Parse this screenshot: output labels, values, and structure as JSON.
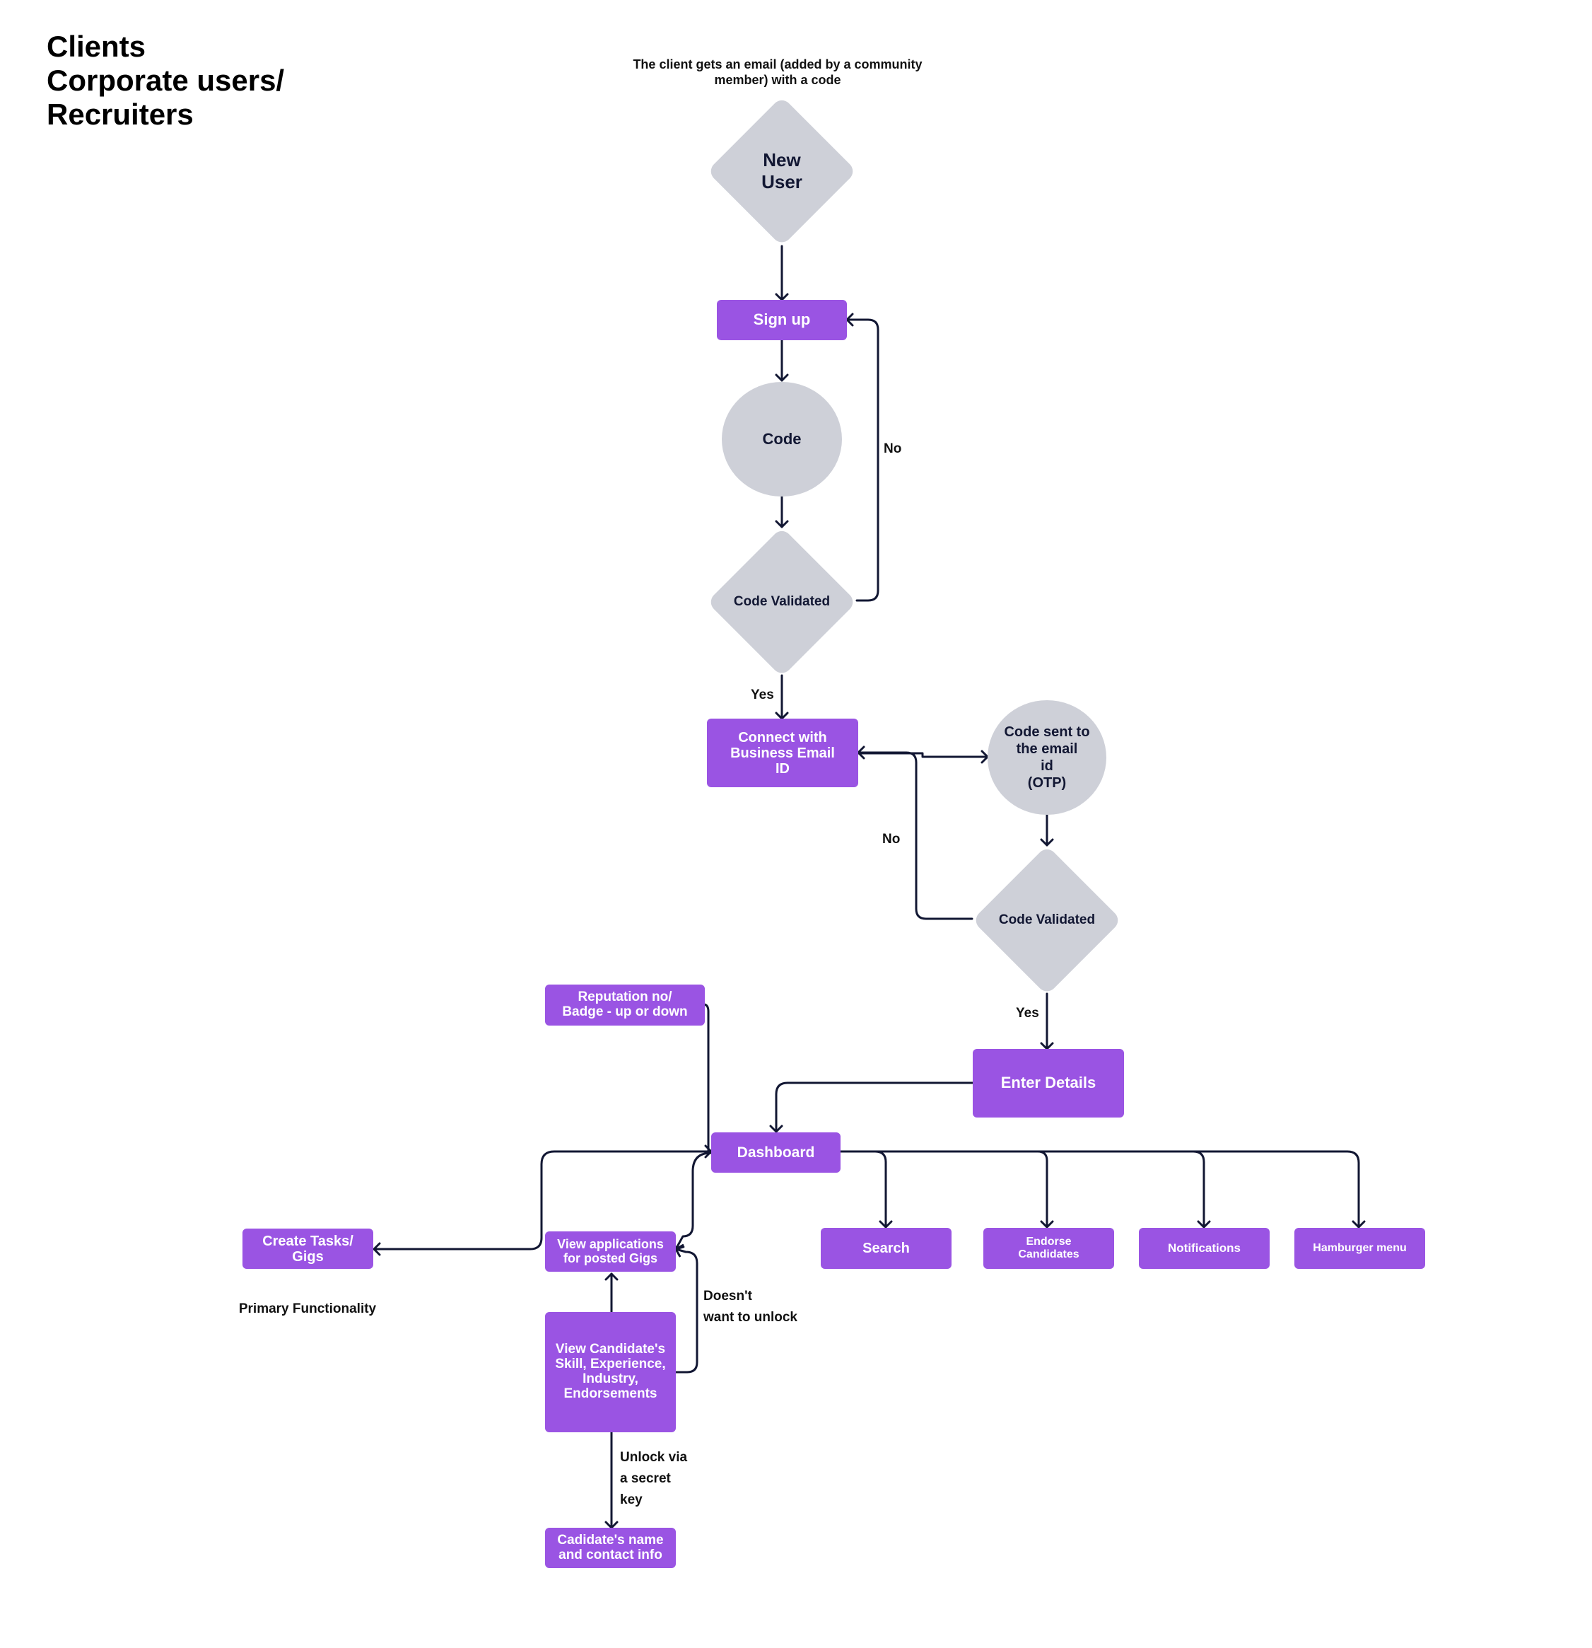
{
  "title": "Clients\nCorporate users/\nRecruiters",
  "top_note": "The client gets an email (added by a community\nmember) with a code",
  "primary_note": "Primary Functionality",
  "nodes": {
    "new_user": "New\nUser",
    "sign_up": "Sign up",
    "code": "Code",
    "code_validated_1": "Code Validated",
    "connect_email": "Connect with\nBusiness Email\nID",
    "code_sent": "Code sent to\nthe email\nid\n(OTP)",
    "code_validated_2": "Code Validated",
    "enter_details": "Enter Details",
    "reputation": "Reputation no/\nBadge - up or down",
    "dashboard": "Dashboard",
    "create_tasks": "Create Tasks/\nGigs",
    "view_applications": "View applications\nfor posted Gigs",
    "view_candidate": "View Candidate's\nSkill, Experience,\nIndustry,\nEndorsements",
    "candidate_contact": "Cadidate's name\nand contact info",
    "search": "Search",
    "endorse": "Endorse\nCandidates",
    "notifications": "Notifications",
    "hamburger": "Hamburger menu"
  },
  "edge_labels": {
    "no_1": "No",
    "yes_1": "Yes",
    "no_2": "No",
    "yes_2": "Yes",
    "doesnt_unlock": "Doesn't\nwant to unlock",
    "unlock_key": "Unlock via\na secret\nkey"
  },
  "colors": {
    "process_box": "#9a54e3",
    "decision_shape": "#ced0d8",
    "connector": "#121733"
  }
}
